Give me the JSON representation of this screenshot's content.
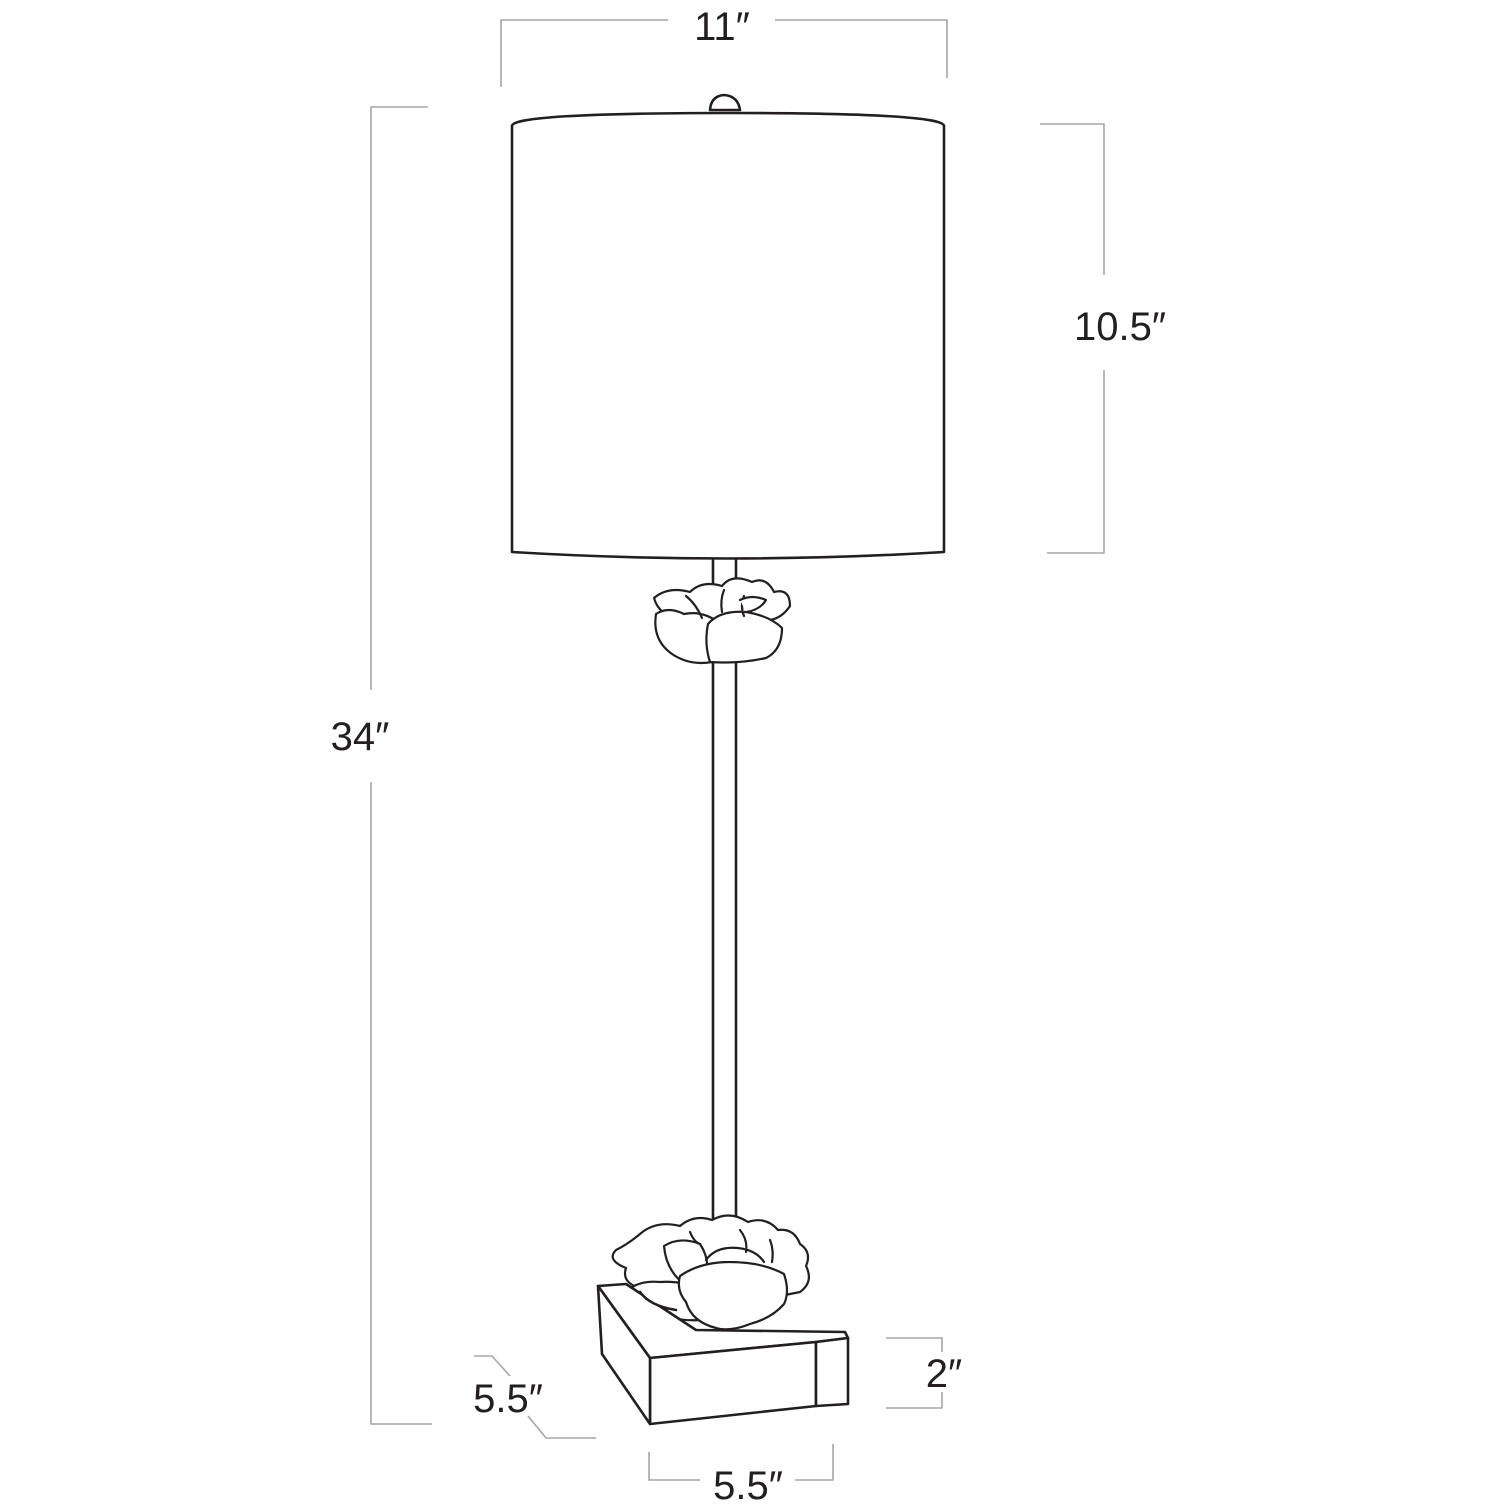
{
  "dimensions": {
    "shade_width": "11″",
    "shade_height": "10.5″",
    "overall_height": "34″",
    "base_height": "2″",
    "base_depth": "5.5″",
    "base_width": "5.5″"
  },
  "colors": {
    "line": "#231f20",
    "dimension_line": "#a6a6a6",
    "background": "#ffffff"
  }
}
